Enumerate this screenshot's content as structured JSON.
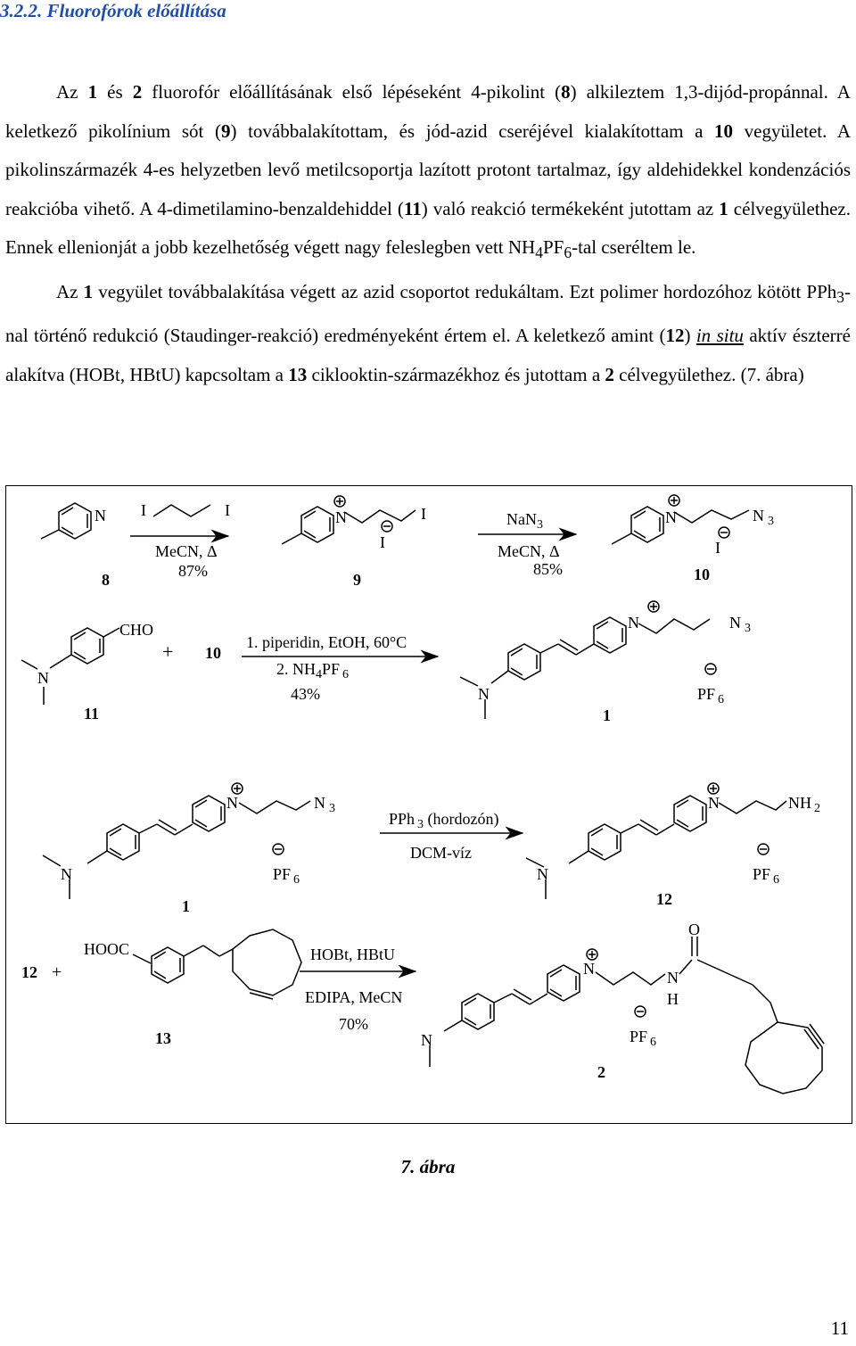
{
  "section": {
    "number": "3.2.2.",
    "title": "Fluorofórok előállítása"
  },
  "paragraphs": [
    {
      "id": "p1",
      "indent": true,
      "segments": [
        {
          "t": "Az "
        },
        {
          "t": "1",
          "b": true
        },
        {
          "t": " és "
        },
        {
          "t": "2",
          "b": true
        },
        {
          "t": " fluorofór előállításának első lépéseként 4-pikolint ("
        },
        {
          "t": "8",
          "b": true
        },
        {
          "t": ") alkileztem 1,3-dijód-propánnal. A keletkező pikolínium sót ("
        },
        {
          "t": "9",
          "b": true
        },
        {
          "t": ") továbbalakítottam, és jód-azid cseréjével kialakítottam a "
        },
        {
          "t": "10",
          "b": true
        },
        {
          "t": " vegyületet. A pikolinszármazék 4-es helyzetben levő metilcsoportja lazított protont tartalmaz, így aldehidekkel kondenzációs reakcióba vihető. A 4-dimetilamino-benzaldehiddel ("
        },
        {
          "t": "11",
          "b": true
        },
        {
          "t": ") való reakció termékeként jutottam az "
        },
        {
          "t": "1",
          "b": true
        },
        {
          "t": " célvegyülethez. Ennek ellenionját a jobb kezelhetőség végett nagy feleslegben vett NH"
        },
        {
          "t": "4",
          "sub": true
        },
        {
          "t": "PF"
        },
        {
          "t": "6",
          "sub": true
        },
        {
          "t": "-tal cseréltem le."
        }
      ]
    },
    {
      "id": "p2",
      "indent": true,
      "segments": [
        {
          "t": "Az "
        },
        {
          "t": "1",
          "b": true
        },
        {
          "t": " vegyület továbbalakítása végett az azid csoportot redukáltam. Ezt polimer hordozóhoz kötött PPh"
        },
        {
          "t": "3",
          "sub": true
        },
        {
          "t": "-nal történő redukció (Staudinger-reakció) eredményeként értem el. A keletkező amint ("
        },
        {
          "t": "12",
          "b": true
        },
        {
          "t": ") "
        },
        {
          "t": "in situ",
          "iu": true
        },
        {
          "t": " aktív észterré alakítva (HOBt, HBtU) kapcsoltam a "
        },
        {
          "t": "13",
          "b": true
        },
        {
          "t": " ciklooktin-származékhoz és jutottam a "
        },
        {
          "t": "2",
          "b": true
        },
        {
          "t": " célvegyülethez. (7. ábra)"
        }
      ]
    }
  ],
  "scheme": {
    "r1": {
      "reagent_above": "I",
      "reagent_above2": "I",
      "solvent": "MeCN, Δ",
      "yield": "87%"
    },
    "r2": {
      "reagent": "NaN",
      "reagent_sub": "3",
      "solvent": "MeCN, Δ",
      "yield": "85%"
    },
    "r3": {
      "plus": "+",
      "partner": "10",
      "step1": "1. piperidin, EtOH, 60°C",
      "step2_a": "2. NH",
      "step2_sub1": "4",
      "step2_b": "PF",
      "step2_sub2": "6",
      "yield": "43%"
    },
    "r4": {
      "reagent_a": "PPh",
      "reagent_sub": "3",
      "reagent_b": " (hordozón)",
      "solvent": "DCM-víz"
    },
    "r5": {
      "left": "12",
      "plus": "+",
      "reagent": "HOBt, HBtU",
      "solvent": "EDIPA, MeCN",
      "yield": "70%"
    },
    "labels": {
      "c8": "8",
      "c9": "9",
      "c10": "10",
      "c11": "11",
      "c1a": "1",
      "c1b": "1",
      "c12": "12",
      "c13": "13",
      "c2": "2"
    },
    "atoms": {
      "N": "N",
      "I": "I",
      "N3": "N",
      "three": "3",
      "CHO": "CHO",
      "PF": "PF",
      "six": "6",
      "NH": "NH",
      "two": "2",
      "HOOC": "HOOC",
      "O": "O",
      "H": "H"
    }
  },
  "caption": "7. ábra",
  "page_number": "11"
}
